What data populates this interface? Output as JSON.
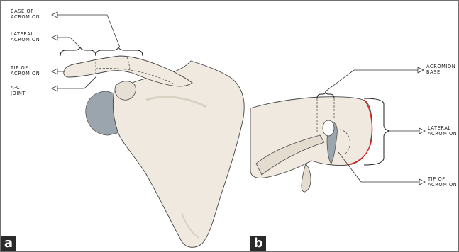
{
  "panels": {
    "a": {
      "letter": "a",
      "labels": {
        "base_line1": "Base of",
        "base_line2": "acromion",
        "lateral_line1": "Lateral",
        "lateral_line2": "acromion",
        "tip_line1": "Tip of",
        "tip_line2": "acromion",
        "ac_line1": "A-C",
        "ac_line2": "Joint"
      }
    },
    "b": {
      "letter": "b",
      "labels": {
        "base_line1": "Acromion",
        "base_line2": "Base",
        "lateral_line1": "Lateral",
        "lateral_line2": "acromion",
        "tip_line1": "Tip of",
        "tip_line2": "acromion"
      }
    }
  },
  "colors": {
    "bone": "#efe9df",
    "bone_shadow": "#ddd3c4",
    "humeral_head": "#9aa5ad",
    "outline": "#444444",
    "highlight_edge": "#e02020",
    "badge": "#2a2a2a"
  }
}
